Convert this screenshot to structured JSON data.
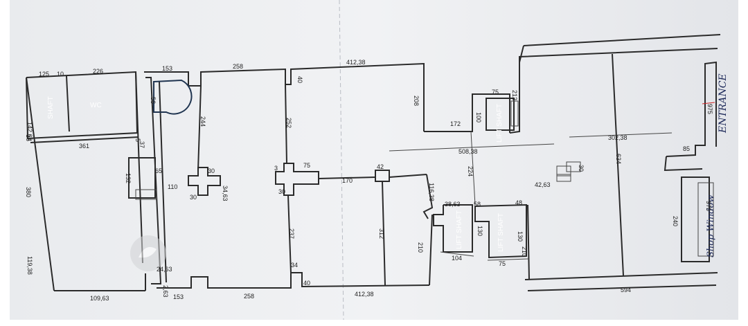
{
  "rooms": {
    "shaft": "SHAFT",
    "wc": "WC",
    "lift_shaft_1": "LIFT SHAFT",
    "lift_shaft_2": "LIFT SHAFT",
    "lift_shaft_3": "LIFT SHAFT"
  },
  "annotations": {
    "entrance": "ENTRANCE",
    "shop_window": "Shop Window"
  },
  "dimensions": {
    "top_125": "125",
    "top_10": "10",
    "top_226": "226",
    "top_153": "153",
    "top_258": "258",
    "top_412": "412,38",
    "left_142": "142,63",
    "left_16": "16",
    "left_380": "380",
    "left_361": "361",
    "left_119": "119,38",
    "bottom_109": "109,63",
    "bottom_153": "153",
    "bottom_258": "258",
    "bottom_412": "412,38",
    "bottom_594": "594",
    "d_56": "56",
    "d_244": "244",
    "d_252": "252",
    "d_40a": "40",
    "d_208": "208",
    "d_172": "172",
    "d_75a": "75",
    "d_100": "100",
    "d_212": "212",
    "d_508": "508,38",
    "d_302": "302,38",
    "d_975a": "975",
    "d_85": "85",
    "d_30a": "30",
    "d_5": "5",
    "d_37": "37",
    "d_65": "65",
    "d_132": "132",
    "d_110": "110",
    "d_3463": "34,63",
    "d_30b": "30",
    "d_30c": "30",
    "d_75b": "75",
    "d_3": "3",
    "d_170": "170",
    "d_42": "42",
    "d_224": "224",
    "d_11638": "116,38",
    "d_312": "312",
    "d_210a": "210",
    "d_3863": "38,63",
    "d_58": "58",
    "d_48": "48",
    "d_4263": "42,63",
    "d_634": "634",
    "d_30d": "30",
    "d_237": "237",
    "d_34": "34",
    "d_40b": "40",
    "d_104": "104",
    "d_75c": "75",
    "d_130a": "130",
    "d_130b": "130",
    "d_210b": "210",
    "d_240": "240",
    "d_975b": "975",
    "d_2463": "24,63",
    "d_263": "2,63"
  }
}
